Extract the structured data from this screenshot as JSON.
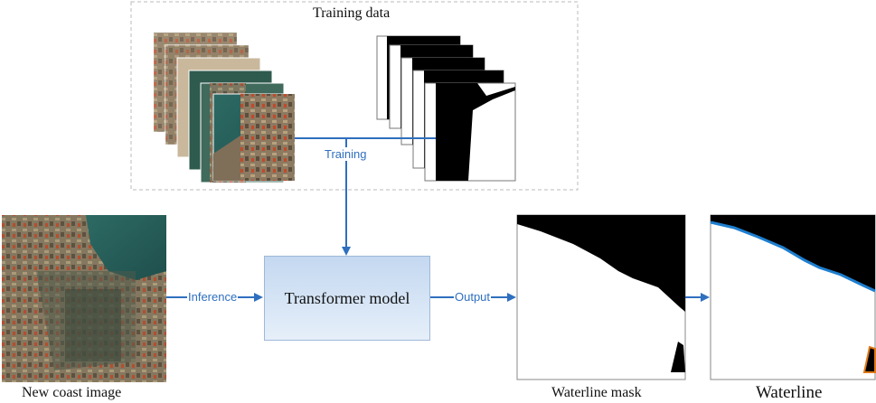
{
  "labels": {
    "training_data": "Training data",
    "training": "Training",
    "inference": "Inference",
    "output": "Output",
    "model": "Transformer model",
    "new_coast_image": "New coast image",
    "waterline_mask": "Waterline mask",
    "waterline": "Waterline"
  },
  "colors": {
    "arrow": "#2f6fbf",
    "waterline_trace": "#1e7fd0",
    "mask_fill": "#000000",
    "dashed_border": "#bbbbbb"
  }
}
